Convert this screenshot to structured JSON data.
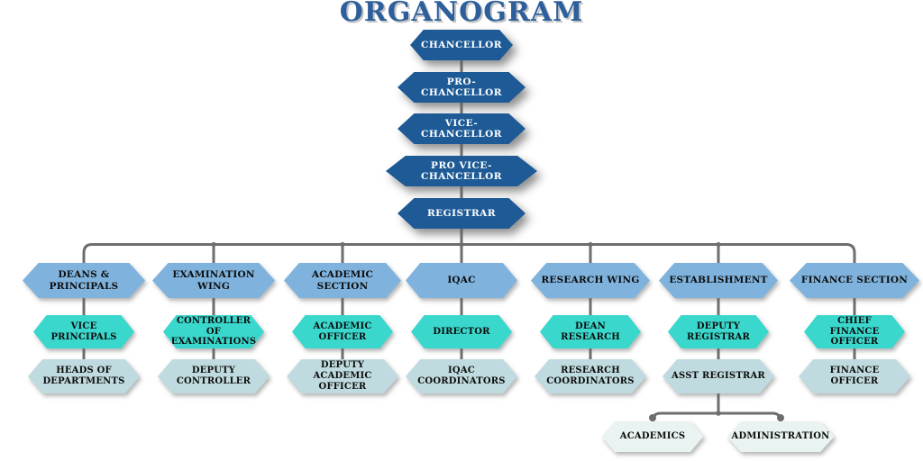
{
  "title": "ORGANOGRAM",
  "colors": {
    "title": "#2d5f9c",
    "chain": "#1d5a96",
    "level1": "#7fb3dd",
    "level2": "#3ad7cd",
    "level3": "#c0dbdf",
    "level4": "#e9f3f1",
    "line": "#6e6e6e"
  },
  "chain": [
    "CHANCELLOR",
    "PRO-CHANCELLOR",
    "VICE-CHANCELLOR",
    "PRO VICE-CHANCELLOR",
    "REGISTRAR"
  ],
  "branches": [
    {
      "top": "DEANS & PRINCIPALS",
      "mid": "VICE PRINCIPALS",
      "bottom": "HEADS OF DEPARTMENTS"
    },
    {
      "top": "EXAMINATION WING",
      "mid": "CONTROLLER OF EXAMINATIONS",
      "bottom": "DEPUTY CONTROLLER"
    },
    {
      "top": "ACADEMIC SECTION",
      "mid": "ACADEMIC OFFICER",
      "bottom": "DEPUTY ACADEMIC OFFICER"
    },
    {
      "top": "IQAC",
      "mid": "DIRECTOR",
      "bottom": "IQAC COORDINATORS"
    },
    {
      "top": "RESEARCH WING",
      "mid": "DEAN RESEARCH",
      "bottom": "RESEARCH COORDINATORS"
    },
    {
      "top": "ESTABLISHMENT",
      "mid": "DEPUTY REGISTRAR",
      "bottom": "ASST REGISTRAR",
      "children": [
        "ACADEMICS",
        "ADMINISTRATION"
      ]
    },
    {
      "top": "FINANCE SECTION",
      "mid": "CHIEF FINANCE OFFICER",
      "bottom": "FINANCE OFFICER"
    }
  ]
}
